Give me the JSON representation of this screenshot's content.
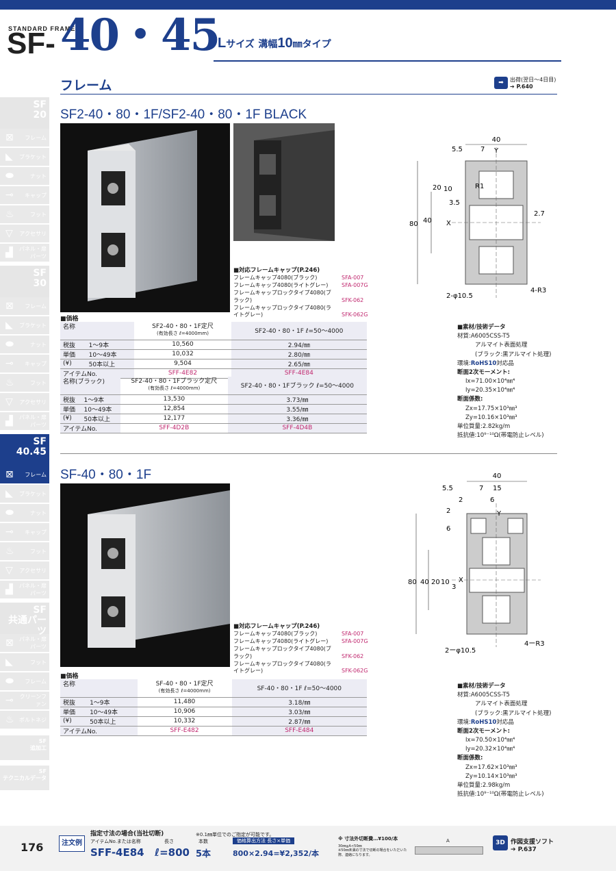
{
  "header": {
    "standard": "STANDARD FRAME",
    "series_prefix": "SF-",
    "series_num": "40・45",
    "sub_l": "L",
    "sub_size": "サイズ",
    "sub_width": "溝幅",
    "sub_10": "10",
    "sub_mm": "㎜",
    "sub_type": "タイプ"
  },
  "section_label": "フレーム",
  "shipping": {
    "line1": "出荷(翌日〜4日目)",
    "line2": "➔ P.640"
  },
  "sidebar": {
    "groups": [
      {
        "head": "SF\n20",
        "items": [
          "フレーム",
          "ブラケット",
          "ナット",
          "キャップ",
          "フット",
          "アクセサリ",
          "パネル・扉パーツ"
        ]
      },
      {
        "head": "SF\n30",
        "items": [
          "フレーム",
          "ブラケット",
          "ナット",
          "キャップ",
          "フット",
          "アクセサリ",
          "パネル・扉パーツ"
        ]
      },
      {
        "head": "SF\n40.45",
        "items": [
          "フレーム",
          "ブラケット",
          "ナット",
          "キャップ",
          "フット",
          "アクセサリ",
          "パネル・扉パーツ"
        ]
      },
      {
        "head": "SF\n共通パーツ",
        "items": [
          "パネル・扉パーツ",
          "フット",
          "フレーム",
          "クリーンファン",
          "ボルトネジ"
        ]
      }
    ],
    "extra1": "SF\n追加工",
    "extra2": "SF\nテクニカルデータ"
  },
  "product1": {
    "title": "SF2-40・80・1F/SF2-40・80・1F BLACK",
    "caps_head": "■対応フレームキャップ(P.246)",
    "caps": [
      [
        "フレームキャップ4080(ブラック)",
        "SFA-007"
      ],
      [
        "フレームキャップ4080(ライトグレー)",
        "SFA-007G"
      ],
      [
        "フレームキャップロックタイプ4080(ブラック)",
        "SFK-062"
      ],
      [
        "フレームキャップロックタイプ4080(ライトグレー)",
        "SFK-062G"
      ]
    ],
    "price_label": "■価格",
    "t1": {
      "name": "名称",
      "colA": "SF2-40・80・1F定尺",
      "colA_sub": "(有効長さ ℓ=4000mm)",
      "colB": "SF2-40・80・1F ℓ=50〜4000",
      "rows": [
        [
          "税抜",
          "1〜9本",
          "10,560",
          "2.94/㎜"
        ],
        [
          "単価",
          "10〜49本",
          "10,032",
          "2.80/㎜"
        ],
        [
          "(¥)",
          "50本以上",
          "9,504",
          "2.65/㎜"
        ]
      ],
      "item_label": "アイテムNo.",
      "itemA": "SFF-4E82",
      "itemB": "SFF-4E84"
    },
    "t2": {
      "name": "名称(ブラック)",
      "colA": "SF2-40・80・1Fブラック定尺",
      "colA_sub": "(有効長さ ℓ=4000mm)",
      "colB": "SF2-40・80・1Fブラック ℓ=50〜4000",
      "rows": [
        [
          "税抜",
          "1〜9本",
          "13,530",
          "3.73/㎜"
        ],
        [
          "単価",
          "10〜49本",
          "12,854",
          "3.55/㎜"
        ],
        [
          "(¥)",
          "50本以上",
          "12,177",
          "3.36/㎜"
        ]
      ],
      "item_label": "アイテムNo.",
      "itemA": "SFF-4D2B",
      "itemB": "SFF-4D4B"
    },
    "spec": {
      "head": "■素材/技術データ",
      "material_l": "材質:",
      "material": "A6005CSS-T5",
      "m2": "アルマイト表面処理",
      "m3": "(ブラック:黒アルマイト処理)",
      "env_l": "環境:",
      "env": "RoHS10",
      "env2": "対応品",
      "moment": "断面2次モーメント:",
      "ix": "Ix=71.00×10⁴㎜⁴",
      "iy": "Iy=20.35×10⁴㎜⁴",
      "modulus": "断面係数:",
      "zx": "Zx=17.75×10³㎜³",
      "zy": "Zy=10.16×10³㎜³",
      "mass": "単位質量:2.82kg/m",
      "res": "抵抗値:10⁹⁻¹⁰Ω(帯電防止レベル)"
    },
    "dims": {
      "w40": "40",
      "d55": "5.5",
      "d7": "7",
      "y": "Y",
      "d20": "20",
      "d10": "10",
      "r1": "R1",
      "d35": "3.5",
      "d27": "2.7",
      "d80": "80",
      "d40": "40",
      "x": "X",
      "hole": "2-φ10.5",
      "r3": "4-R3"
    }
  },
  "product2": {
    "title": "SF-40・80・1F",
    "caps_head": "■対応フレームキャップ(P.246)",
    "caps": [
      [
        "フレームキャップ4080(ブラック)",
        "SFA-007"
      ],
      [
        "フレームキャップ4080(ライトグレー)",
        "SFA-007G"
      ],
      [
        "フレームキャップロックタイプ4080(ブラック)",
        "SFK-062"
      ],
      [
        "フレームキャップロックタイプ4080(ライトグレー)",
        "SFK-062G"
      ]
    ],
    "price_label": "■価格",
    "t1": {
      "name": "名称",
      "colA": "SF-40・80・1F定尺",
      "colA_sub": "(有効長さ ℓ=4000mm)",
      "colB": "SF-40・80・1F ℓ=50〜4000",
      "rows": [
        [
          "税抜",
          "1〜9本",
          "11,480",
          "3.18/㎜"
        ],
        [
          "単価",
          "10〜49本",
          "10,906",
          "3.03/㎜"
        ],
        [
          "(¥)",
          "50本以上",
          "10,332",
          "2.87/㎜"
        ]
      ],
      "item_label": "アイテムNo.",
      "itemA": "SFF-E482",
      "itemB": "SFF-E484"
    },
    "spec": {
      "head": "■素材/技術データ",
      "material_l": "材質:",
      "material": "A6005CSS-T5",
      "m2": "アルマイト表面処理",
      "m3": "(ブラック:黒アルマイト処理)",
      "env_l": "環境:",
      "env": "RoHS10",
      "env2": "対応品",
      "moment": "断面2次モーメント:",
      "ix": "Ix=70.50×10⁴㎜⁴",
      "iy": "Iy=20.32×10⁴㎜⁴",
      "modulus": "断面係数:",
      "zx": "Zx=17.62×10³㎜³",
      "zy": "Zy=10.14×10³㎜³",
      "mass": "単位質量:2.98kg/m",
      "res": "抵抗値:10⁹⁻¹⁰Ω(帯電防止レベル)"
    },
    "dims": {
      "w40": "40",
      "d55": "5.5",
      "d7": "7",
      "d15": "15",
      "d2": "2",
      "d6": "6",
      "y": "Y",
      "d6b": "6",
      "d2b": "2",
      "d80": "80",
      "d40": "40",
      "d20": "20",
      "d10": "10",
      "d3": "3",
      "x": "X",
      "hole": "2ーφ10.5",
      "r3": "4ーR3"
    }
  },
  "footer": {
    "page": "176",
    "order": "注文例",
    "title": "指定寸法の場合(当社切断)",
    "col1": "アイテムNo.または名称",
    "col2": "長さ",
    "col3": "本数",
    "col4": "価格算出方法 長さ×単価",
    "item": "SFF-4E84",
    "len": "ℓ=800",
    "qty": "5本",
    "calc": "800×2.94=¥2,352/本",
    "note1": "※0.1㎜単位でのご指定が可能です。",
    "cut": "※ 寸法外切断費…¥100/本",
    "cut2": "30㎜≦A<50㎜",
    "cut3": "※50㎜未満の寸法で切断の場合をいただいた際、連絡になります。",
    "a": "A",
    "soft": "作図支援ソフト",
    "soft2": "➔ P.637",
    "soft_icon": "3D"
  }
}
